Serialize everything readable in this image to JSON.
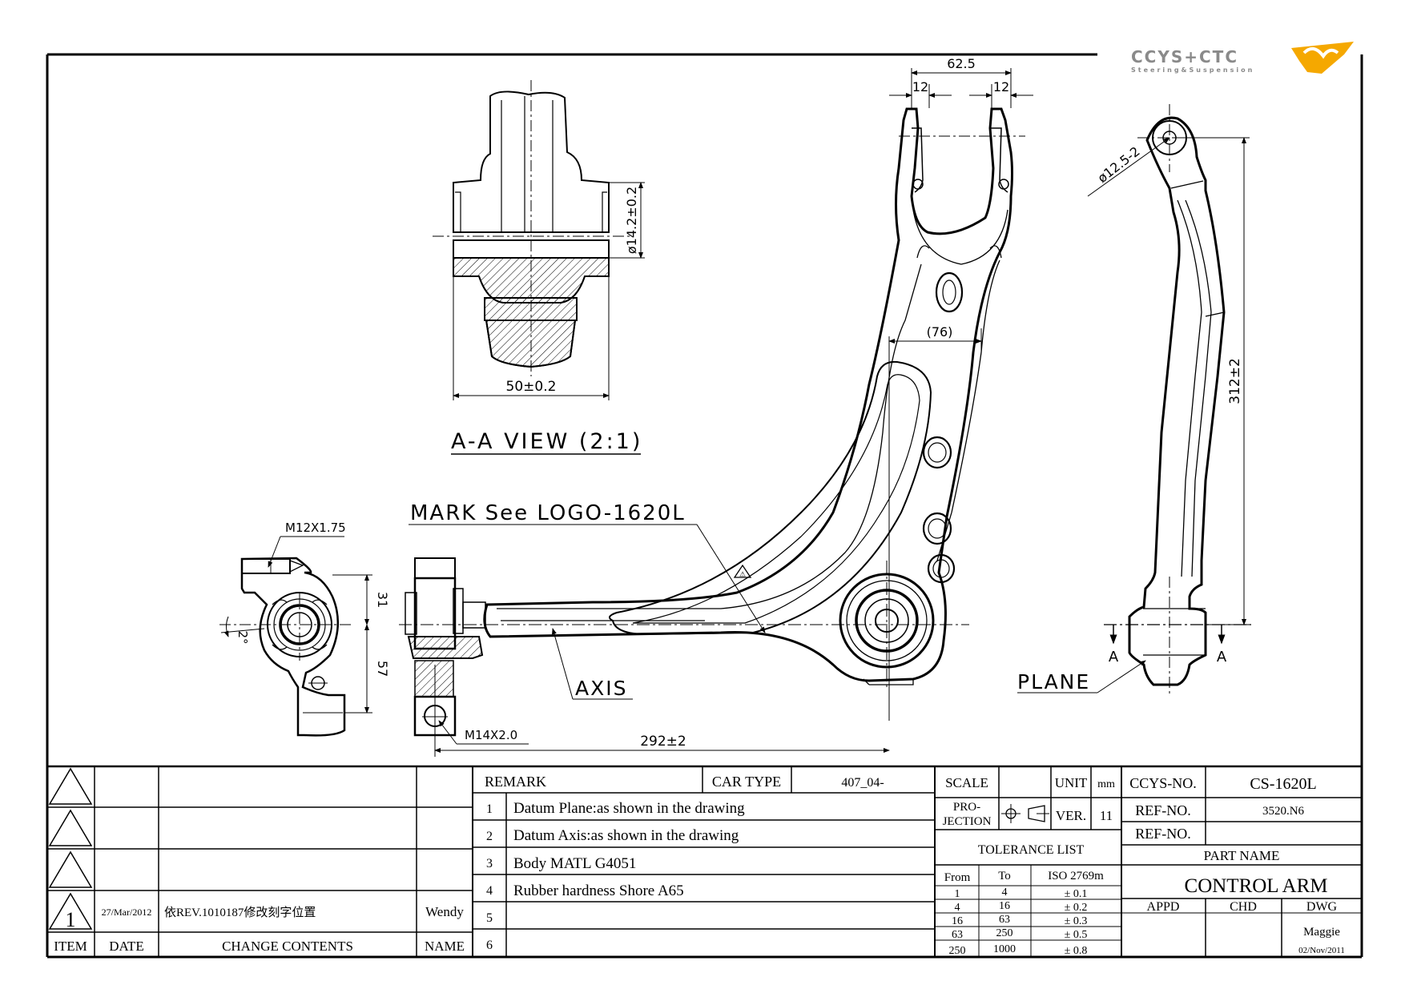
{
  "logo": {
    "brand": "CCYS+CTC",
    "tagline": "Steering&Suspension",
    "accent_color": "#f5a800",
    "text_color": "#8a8a8a"
  },
  "views": {
    "section_title": "A-A VIEW (2:1)",
    "mark_note": "MARK See LOGO-1620L",
    "axis_label": "AXIS",
    "plane_label": "PLANE",
    "section_mark_left": "A",
    "section_mark_right": "A",
    "warning_symbol": "⚠"
  },
  "dimensions": {
    "bush_dia": "ø14.2±0.2",
    "bush_width": "50±0.2",
    "fork_span": "62.5",
    "fork_left": "12",
    "fork_right": "12",
    "arm_ref": "(76)",
    "ball_dia": "ø12.5-2",
    "height": "312±2",
    "length": "292±2",
    "thread_top": "M12X1.75",
    "thread_bottom": "M14X2.0",
    "dim_31": "31",
    "dim_57": "57",
    "angle": "2°"
  },
  "revision_block": {
    "rows": [
      {
        "item": "",
        "date": "",
        "change": "",
        "name": ""
      },
      {
        "item": "",
        "date": "",
        "change": "",
        "name": ""
      },
      {
        "item": "",
        "date": "",
        "change": "",
        "name": ""
      },
      {
        "item": "1",
        "date": "27/Mar/2012",
        "change": "依REV.1010187修改刻字位置",
        "name": "Wendy"
      }
    ],
    "headers": {
      "item": "ITEM",
      "date": "DATE",
      "change": "CHANGE CONTENTS",
      "name": "NAME"
    }
  },
  "remarks": {
    "title": "REMARK",
    "car_type_label": "CAR TYPE",
    "car_type_value": "407_04-",
    "items": [
      {
        "num": "1",
        "text": "Datum Plane:as shown in the drawing"
      },
      {
        "num": "2",
        "text": "Datum Axis:as shown in the drawing"
      },
      {
        "num": "3",
        "text": "Body MATL G4051"
      },
      {
        "num": "4",
        "text": "Rubber hardness Shore A65"
      },
      {
        "num": "5",
        "text": ""
      },
      {
        "num": "6",
        "text": ""
      }
    ]
  },
  "scale_block": {
    "scale_label": "SCALE",
    "unit_label": "UNIT",
    "unit_value": "mm",
    "projection_label_1": "PRO-",
    "projection_label_2": "JECTION",
    "ver_label": "VER.",
    "ver_value": "11"
  },
  "tolerance": {
    "title": "TOLERANCE LIST",
    "headers": {
      "from": "From",
      "to": "To",
      "iso": "ISO 2769m"
    },
    "rows": [
      {
        "from": "1",
        "to": "4",
        "tol": "± 0.1"
      },
      {
        "from": "4",
        "to": "16",
        "tol": "± 0.2"
      },
      {
        "from": "16",
        "to": "63",
        "tol": "± 0.3"
      },
      {
        "from": "63",
        "to": "250",
        "tol": "± 0.5"
      },
      {
        "from": "250",
        "to": "1000",
        "tol": "± 0.8"
      }
    ]
  },
  "part_info": {
    "ccys_label": "CCYS-NO.",
    "ccys_value": "CS-1620L",
    "ref1_label": "REF-NO.",
    "ref1_value": "3520.N6",
    "ref2_label": "REF-NO.",
    "ref2_value": "",
    "part_name_label": "PART NAME",
    "part_name": "CONTROL ARM",
    "appd_label": "APPD",
    "chd_label": "CHD",
    "dwg_label": "DWG",
    "dwg_name": "Maggie",
    "dwg_date": "02/Nov/2011"
  }
}
